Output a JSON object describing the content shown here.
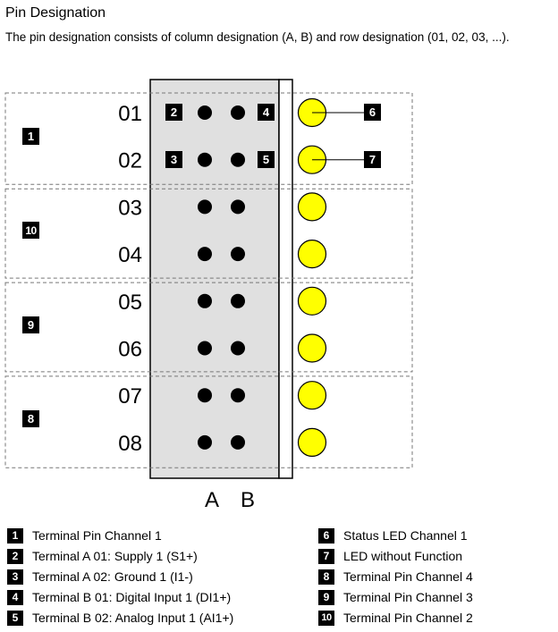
{
  "title": "Pin Designation",
  "description": "The pin designation consists of column designation (A, B) and row designation (01, 02, 03, ...).",
  "rows": [
    "01",
    "02",
    "03",
    "04",
    "05",
    "06",
    "07",
    "08"
  ],
  "columns": [
    "A",
    "B"
  ],
  "groups": [
    {
      "label": "1",
      "rows": [
        "01",
        "02"
      ]
    },
    {
      "label": "10",
      "rows": [
        "03",
        "04"
      ]
    },
    {
      "label": "9",
      "rows": [
        "05",
        "06"
      ]
    },
    {
      "label": "8",
      "rows": [
        "07",
        "08"
      ]
    }
  ],
  "pin_labels": [
    {
      "label": "2",
      "row": "01",
      "column": "A"
    },
    {
      "label": "4",
      "row": "01",
      "column": "B"
    },
    {
      "label": "3",
      "row": "02",
      "column": "A"
    },
    {
      "label": "5",
      "row": "02",
      "column": "B"
    }
  ],
  "led_labels": [
    {
      "label": "6",
      "row": "01"
    },
    {
      "label": "7",
      "row": "02"
    }
  ],
  "legend": [
    {
      "num": "1",
      "text": "Terminal Pin Channel 1"
    },
    {
      "num": "2",
      "text": "Terminal A 01: Supply 1 (S1+)"
    },
    {
      "num": "3",
      "text": "Terminal A 02: Ground 1 (I1-)"
    },
    {
      "num": "4",
      "text": "Terminal B 01: Digital Input 1 (DI1+)"
    },
    {
      "num": "5",
      "text": "Terminal B 02: Analog Input 1 (AI1+)"
    },
    {
      "num": "6",
      "text": "Status LED Channel 1"
    },
    {
      "num": "7",
      "text": "LED without Function"
    },
    {
      "num": "8",
      "text": "Terminal Pin Channel 4"
    },
    {
      "num": "9",
      "text": "Terminal Pin Channel 3"
    },
    {
      "num": "10",
      "text": "Terminal Pin Channel 2"
    }
  ],
  "colors": {
    "led_fill": "#ffff00",
    "housing_fill": "#e0e0e0",
    "badge": "#000000",
    "dashed_line": "#777777"
  }
}
